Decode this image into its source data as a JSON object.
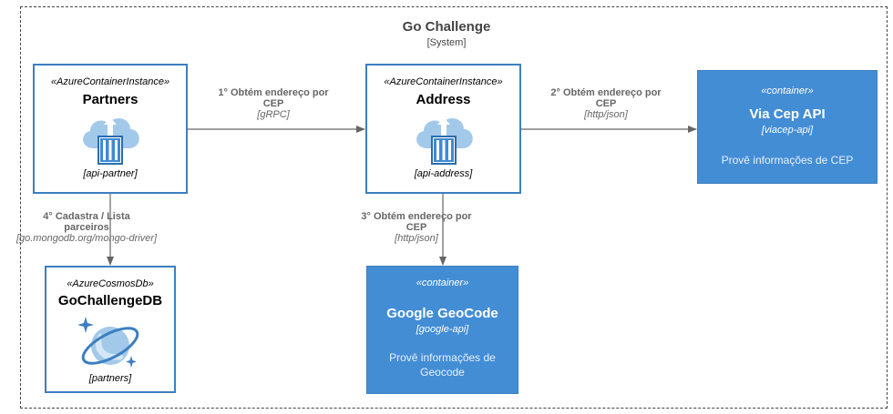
{
  "system": {
    "title": "Go Challenge",
    "type": "[System]"
  },
  "nodes": {
    "partners": {
      "stereotype": "«AzureContainerInstance»",
      "name": "Partners",
      "tech": "[api-partner]",
      "icon": "container-instance-icon"
    },
    "address": {
      "stereotype": "«AzureContainerInstance»",
      "name": "Address",
      "tech": "[api-address]",
      "icon": "container-instance-icon"
    },
    "viacep": {
      "stereotype": "«container»",
      "name": "Via Cep API",
      "tech": "[viacep-api]",
      "description": "Provê informações de CEP"
    },
    "db": {
      "stereotype": "«AzureCosmosDb»",
      "name": "GoChallengeDB",
      "tech": "[partners]",
      "icon": "cosmos-db-icon"
    },
    "geocode": {
      "stereotype": "«container»",
      "name": "Google GeoCode",
      "tech": "[google-api]",
      "description_line1": "Provê informações de",
      "description_line2": "Geocode"
    }
  },
  "relations": {
    "r1": {
      "line1": "1° Obtém endereço por",
      "line2": "CEP",
      "tech": "[gRPC]"
    },
    "r2": {
      "line1": "2° Obtém endereço por",
      "line2": "CEP",
      "tech": "[http/json]"
    },
    "r3": {
      "line1": "3° Obtém endereço por",
      "line2": "CEP",
      "tech": "[http/json]"
    },
    "r4": {
      "line1": "4° Cadastra / Lista",
      "line2": "parceiros",
      "tech": "[go.mongodb.org/mongo-driver]"
    }
  },
  "colors": {
    "external_container": "#438dd5",
    "border": "#3c7fc0",
    "arrow": "#666666"
  }
}
